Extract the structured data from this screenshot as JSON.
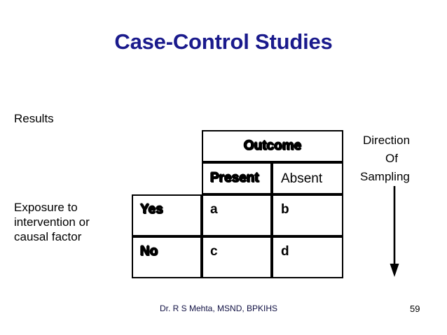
{
  "slide": {
    "title": "Case-Control Studies",
    "title_color": "#1a1a8c",
    "background_color": "#ffffff"
  },
  "labels": {
    "results": "Results",
    "exposure": "Exposure to intervention or causal factor"
  },
  "direction": {
    "line1": "Direction",
    "line2": "Of",
    "line3": "Sampling",
    "arrow_icon": "arrow-down-icon"
  },
  "table": {
    "corner_label": "",
    "group_header": "Outcome",
    "column_headers": [
      "Present",
      "Absent"
    ],
    "rows": [
      {
        "label": "Yes",
        "cells": [
          "a",
          "b"
        ]
      },
      {
        "label": "No",
        "cells": [
          "c",
          "d"
        ]
      }
    ]
  },
  "footer": {
    "author": "Dr. R S Mehta, MSND, BPKIHS",
    "page_number": "59"
  }
}
